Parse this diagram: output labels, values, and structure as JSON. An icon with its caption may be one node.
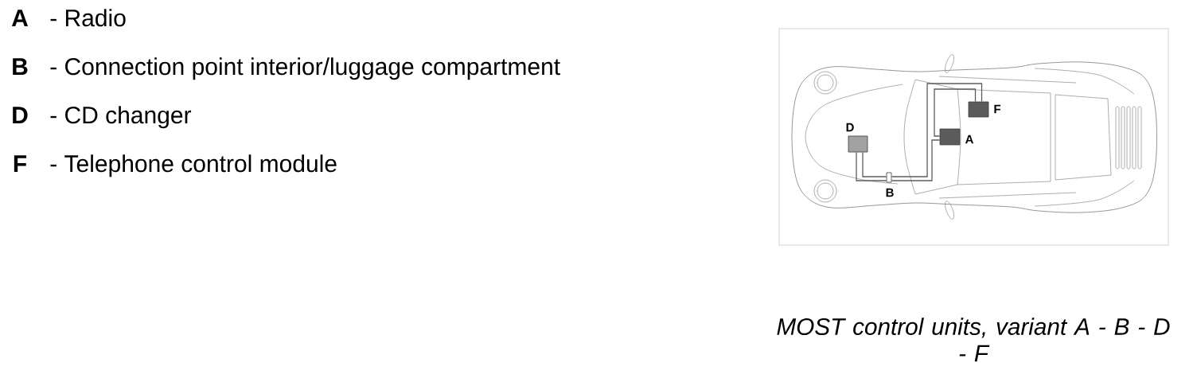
{
  "diagram": {
    "caption": "MOST control units, variant A - B - D - F",
    "nodes": [
      {
        "text": [
          "A"
        ]
      },
      {
        "text": [
          "B"
        ]
      },
      {
        "text": [
          "D"
        ]
      },
      {
        "text": [
          "F"
        ]
      }
    ],
    "edges": [
      {
        "from": 2,
        "to": 1,
        "arrow": "none"
      },
      {
        "from": 2,
        "to": 1,
        "arrow": "none"
      },
      {
        "from": 1,
        "to": 0,
        "arrow": "none"
      },
      {
        "from": 0,
        "to": 3,
        "arrow": "none"
      },
      {
        "from": 3,
        "to": 1,
        "arrow": "none"
      }
    ],
    "labels": [
      "A",
      "- Radio",
      "B",
      "- Connection point interior/luggage compartment",
      "D",
      "- CD changer",
      "F",
      "- Telephone control module"
    ]
  }
}
